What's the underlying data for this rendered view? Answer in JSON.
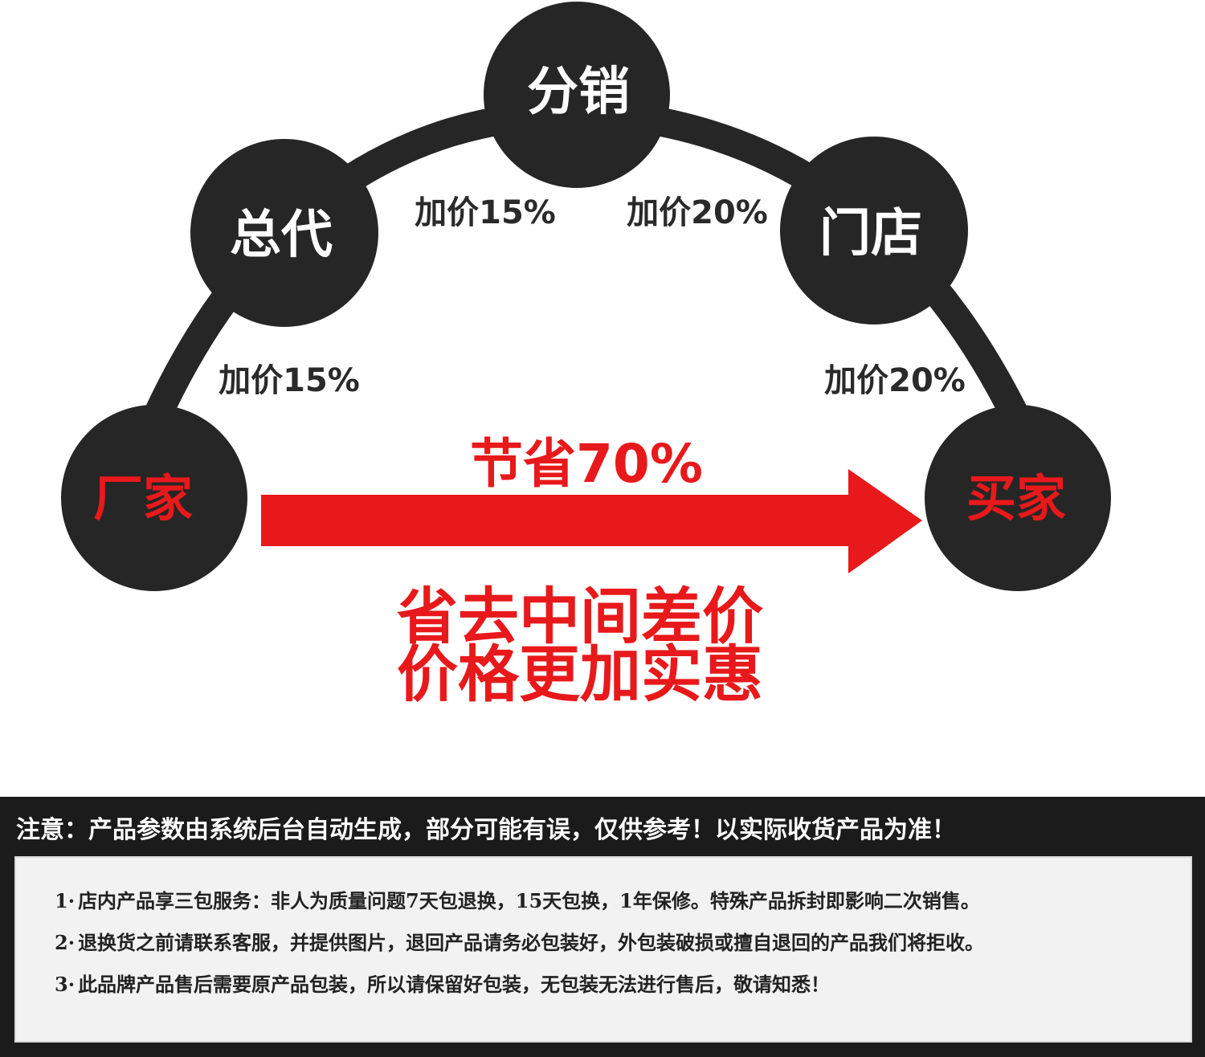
{
  "nodes": {
    "factory": "厂家",
    "general_agent": "总代",
    "distribution": "分销",
    "store": "门店",
    "buyer": "买家"
  },
  "markups": {
    "factory_to_general": "加价15%",
    "general_to_distribution": "加价15%",
    "distribution_to_store": "加价20%",
    "store_to_buyer": "加价20%"
  },
  "savings": {
    "label": "节省70%",
    "slogan_line1": "省去中间差价",
    "slogan_line2": "价格更加实惠"
  },
  "notice": {
    "title": "注意：产品参数由系统后台自动生成，部分可能有误，仅供参考！以实际收货产品为准！",
    "items": [
      {
        "num": "1·",
        "text": "店内产品享三包服务：非人为质量问题7天包退换，15天包换，1年保修。特殊产品拆封即影响二次销售。"
      },
      {
        "num": "2·",
        "text": "退换货之前请联系客服，并提供图片，退回产品请务必包装好，外包装破损或擅自退回的产品我们将拒收。"
      },
      {
        "num": "3·",
        "text": "此品牌产品售后需要原产品包装，所以请保留好包装，无包装无法进行售后，敬请知悉！"
      }
    ]
  },
  "colors": {
    "node_fill": "#262626",
    "node_text_white": "#ffffff",
    "accent_red": "#e8191b",
    "markup_text": "#2a2a2a"
  }
}
